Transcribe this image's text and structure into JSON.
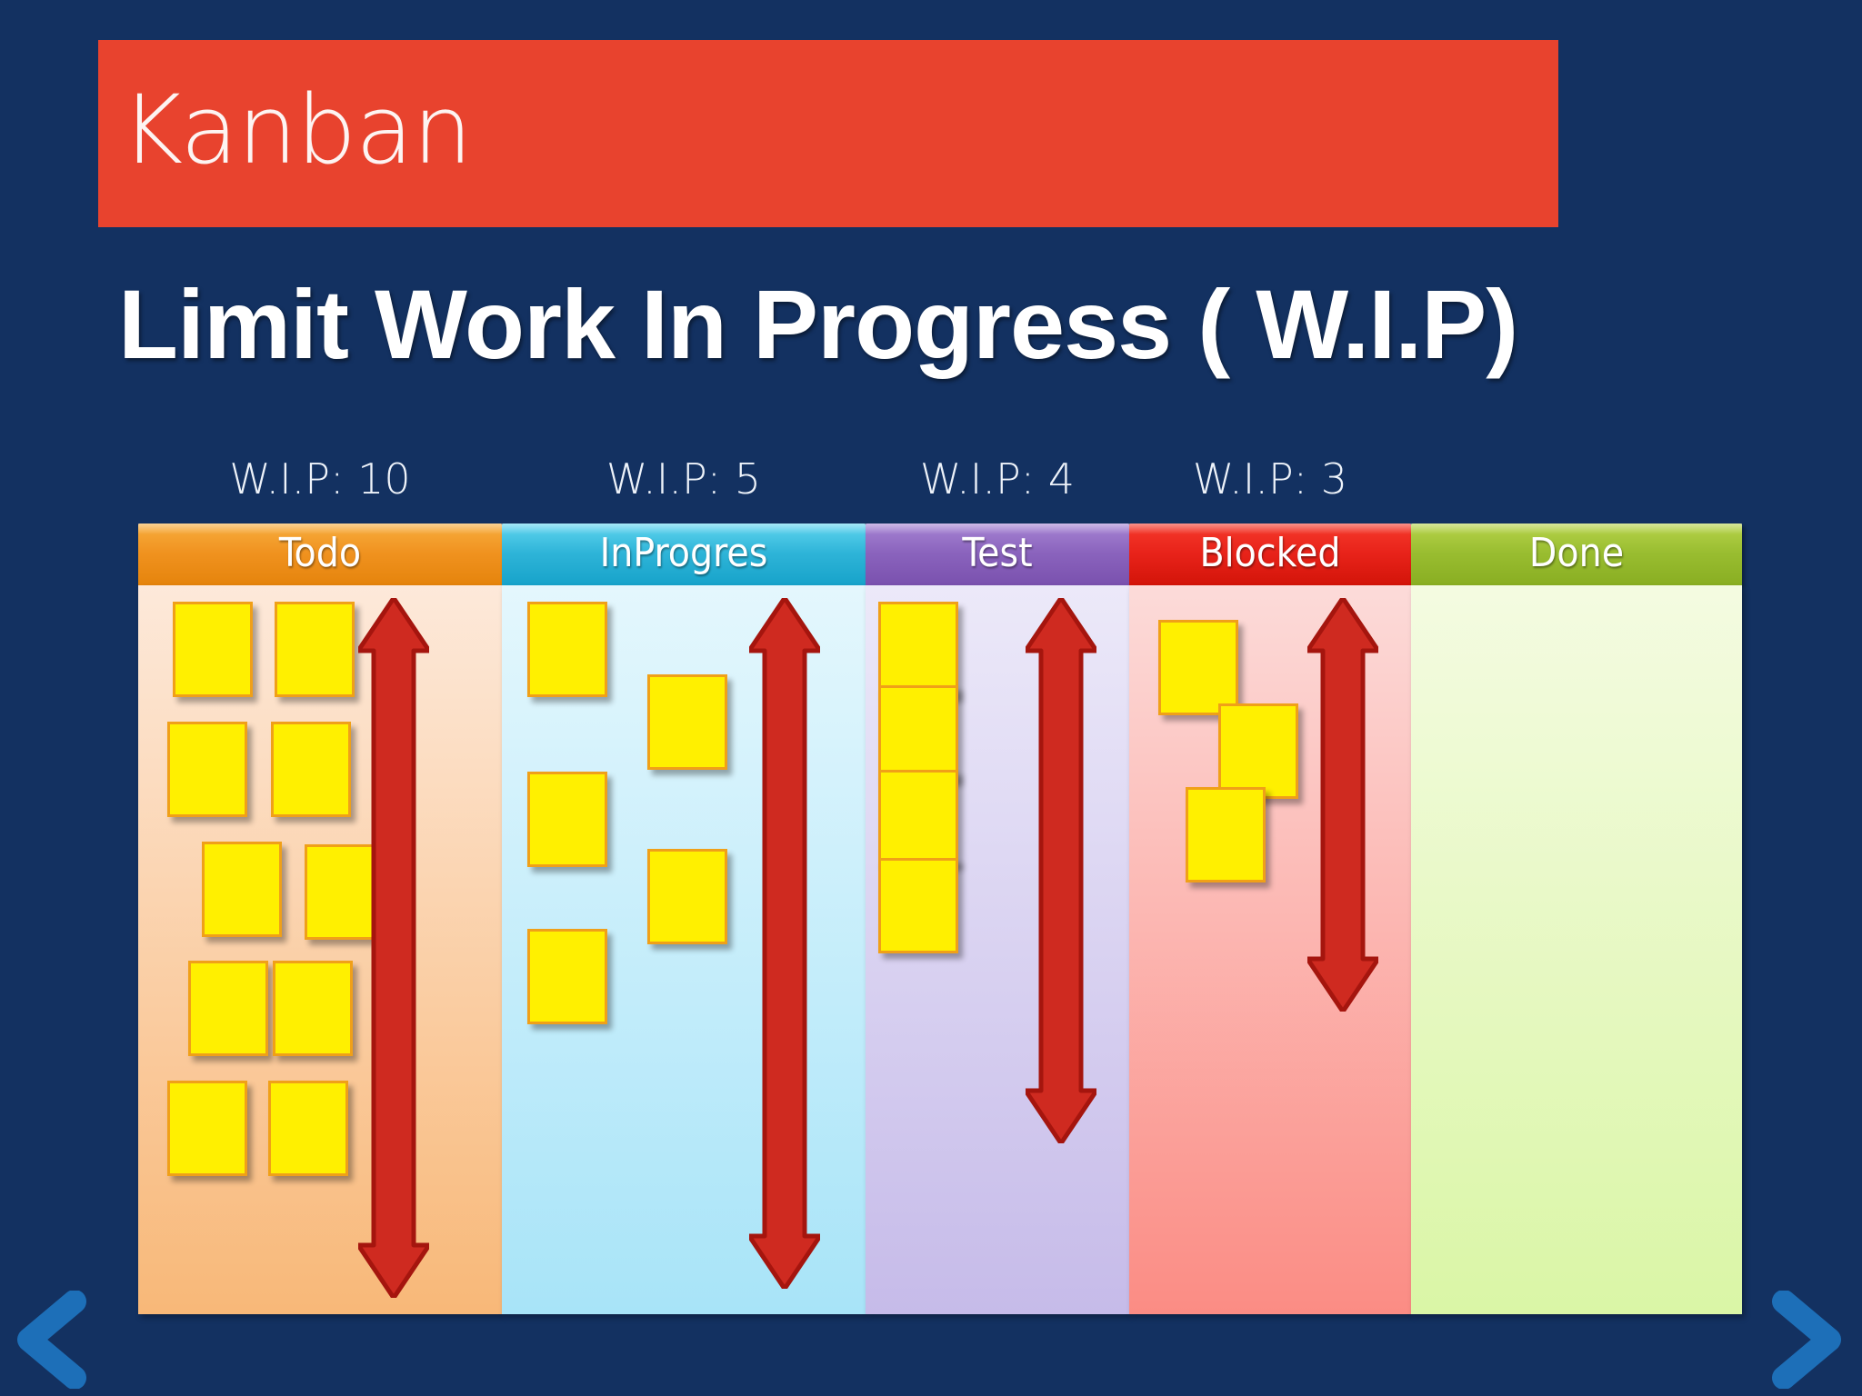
{
  "slide": {
    "background_color": "#133161",
    "banner": {
      "label": "Kanban",
      "background_color": "#e8432e",
      "text_color": "#fdf4f2"
    },
    "title": "Limit Work In Progress ( W.I.P)",
    "title_color": "#ffffff"
  },
  "board": {
    "wip_labels": [
      {
        "text": "W.I.P: 10"
      },
      {
        "text": "W.I.P: 5"
      },
      {
        "text": "W.I.P: 4"
      },
      {
        "text": "W.I.P: 3"
      }
    ],
    "columns": [
      {
        "name": "todo",
        "label": "Todo",
        "wip_limit": 10,
        "card_count": 10,
        "header_color": "#f0921f",
        "header_gradient_top": "#f7ad3e",
        "header_gradient_bottom": "#e5840c",
        "body_gradient_top": "#fde9da",
        "body_gradient_bottom": "#f8b878",
        "has_arrow": true,
        "arrow_color": "#cf2a20"
      },
      {
        "name": "inprogres",
        "label": "InProgres",
        "wip_limit": 5,
        "card_count": 5,
        "header_color": "#2eb4d8",
        "header_gradient_top": "#5fd4ef",
        "header_gradient_bottom": "#17a3ca",
        "body_gradient_top": "#e4f7fd",
        "body_gradient_bottom": "#a8e4f8",
        "has_arrow": true,
        "arrow_color": "#cf2a20"
      },
      {
        "name": "test",
        "label": "Test",
        "wip_limit": 4,
        "card_count": 4,
        "header_color": "#8a63bd",
        "header_gradient_top": "#a684d3",
        "header_gradient_bottom": "#7a51ae",
        "body_gradient_top": "#ece9f9",
        "body_gradient_bottom": "#c6bbe9",
        "has_arrow": true,
        "arrow_color": "#cf2a20"
      },
      {
        "name": "blocked",
        "label": "Blocked",
        "wip_limit": 3,
        "card_count": 3,
        "header_color": "#e8231a",
        "header_gradient_top": "#f5392b",
        "header_gradient_bottom": "#d31409",
        "body_gradient_top": "#fcdbd9",
        "body_gradient_bottom": "#fb8c84",
        "has_arrow": true,
        "arrow_color": "#cf2a20"
      },
      {
        "name": "done",
        "label": "Done",
        "wip_limit": null,
        "card_count": 0,
        "header_color": "#99bd30",
        "header_gradient_top": "#b6d34a",
        "header_gradient_bottom": "#89ae22",
        "body_gradient_top": "#f4fbe1",
        "body_gradient_bottom": "#daf6a6",
        "has_arrow": false,
        "arrow_color": null
      }
    ],
    "card_color": "#fff000",
    "card_border_color": "#f0a018"
  },
  "nav": {
    "prev_label": "Previous slide",
    "next_label": "Next slide",
    "color": "#1d6fb8"
  }
}
